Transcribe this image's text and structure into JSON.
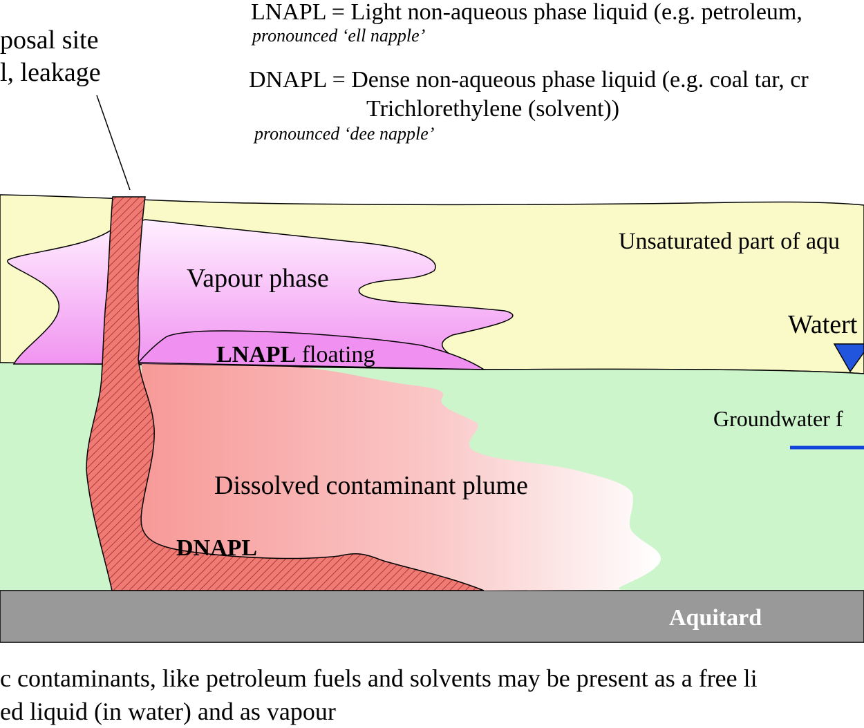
{
  "legend": {
    "lnapl_def": "LNAPL = Light non-aqueous phase liquid (e.g. petroleum,",
    "lnapl_pron": "pronounced ‘ell napple’",
    "dnapl_def": "DNAPL = Dense non-aqueous phase liquid (e.g. coal tar, cr",
    "dnapl_def_cont": "Trichlorethylene (solvent))",
    "dnapl_pron": "pronounced ‘dee napple’"
  },
  "source": {
    "line1": "posal site",
    "line2": "l, leakage"
  },
  "zones": {
    "unsaturated": "Unsaturated part of aqu",
    "watertable": "Watert",
    "groundwater_flow": "Groundwater f",
    "aquitard": "Aquitard"
  },
  "phases": {
    "vapour": "Vapour phase",
    "lnapl_bold": "LNAPL",
    "lnapl_rest": " floating",
    "dissolved": "Dissolved contaminant plume",
    "dnapl": "DNAPL"
  },
  "caption": {
    "line1": "c contaminants, like petroleum fuels and solvents may be present as a free li",
    "line2": "ed liquid (in water) and as vapour"
  },
  "colors": {
    "unsaturated_zone": "#FAFAC8",
    "saturated_zone": "#CCF5CC",
    "aquitard": "#999999",
    "vapour_phase": "#F2A6F2",
    "lnapl": "#F090F0",
    "plume": "#F79A98",
    "dnapl_hatch": "#E06060",
    "watertable_marker": "#2255DD",
    "flow_line": "#1144DD"
  }
}
